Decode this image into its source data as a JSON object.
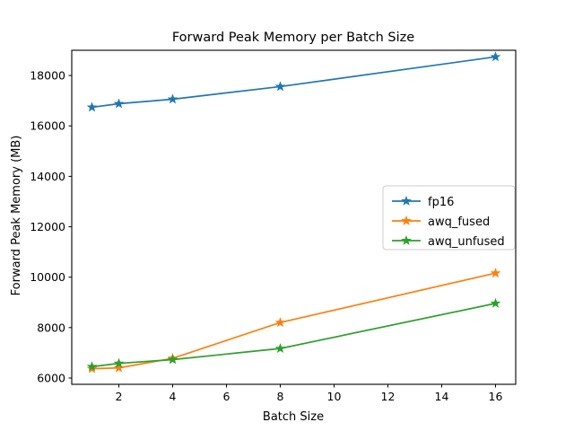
{
  "chart_data": {
    "type": "line",
    "title": "Forward Peak Memory per Batch Size",
    "xlabel": "Batch Size",
    "ylabel": "Forward Peak Memory (MB)",
    "x": [
      1,
      2,
      4,
      8,
      16
    ],
    "xlim": [
      0.25,
      16.75
    ],
    "ylim": [
      5750,
      19000
    ],
    "xticks": [
      2,
      4,
      6,
      8,
      10,
      12,
      14,
      16
    ],
    "xtick_labels": [
      "2",
      "4",
      "6",
      "8",
      "10",
      "12",
      "14",
      "16"
    ],
    "yticks": [
      6000,
      8000,
      10000,
      12000,
      14000,
      16000,
      18000
    ],
    "ytick_labels": [
      "6000",
      "8000",
      "10000",
      "12000",
      "14000",
      "16000",
      "18000"
    ],
    "grid": false,
    "marker": "star",
    "legend_position": "center right",
    "series": [
      {
        "name": "fp16",
        "color": "#1f77b4",
        "values": [
          16740,
          16880,
          17060,
          17560,
          18740
        ]
      },
      {
        "name": "awq_fused",
        "color": "#ff7f0e",
        "values": [
          6370,
          6400,
          6780,
          8200,
          10160
        ]
      },
      {
        "name": "awq_unfused",
        "color": "#2ca02c",
        "values": [
          6450,
          6580,
          6730,
          7170,
          8960
        ]
      }
    ]
  },
  "figure": {
    "background_color": "#ffffff",
    "axes_color": "#000000"
  }
}
